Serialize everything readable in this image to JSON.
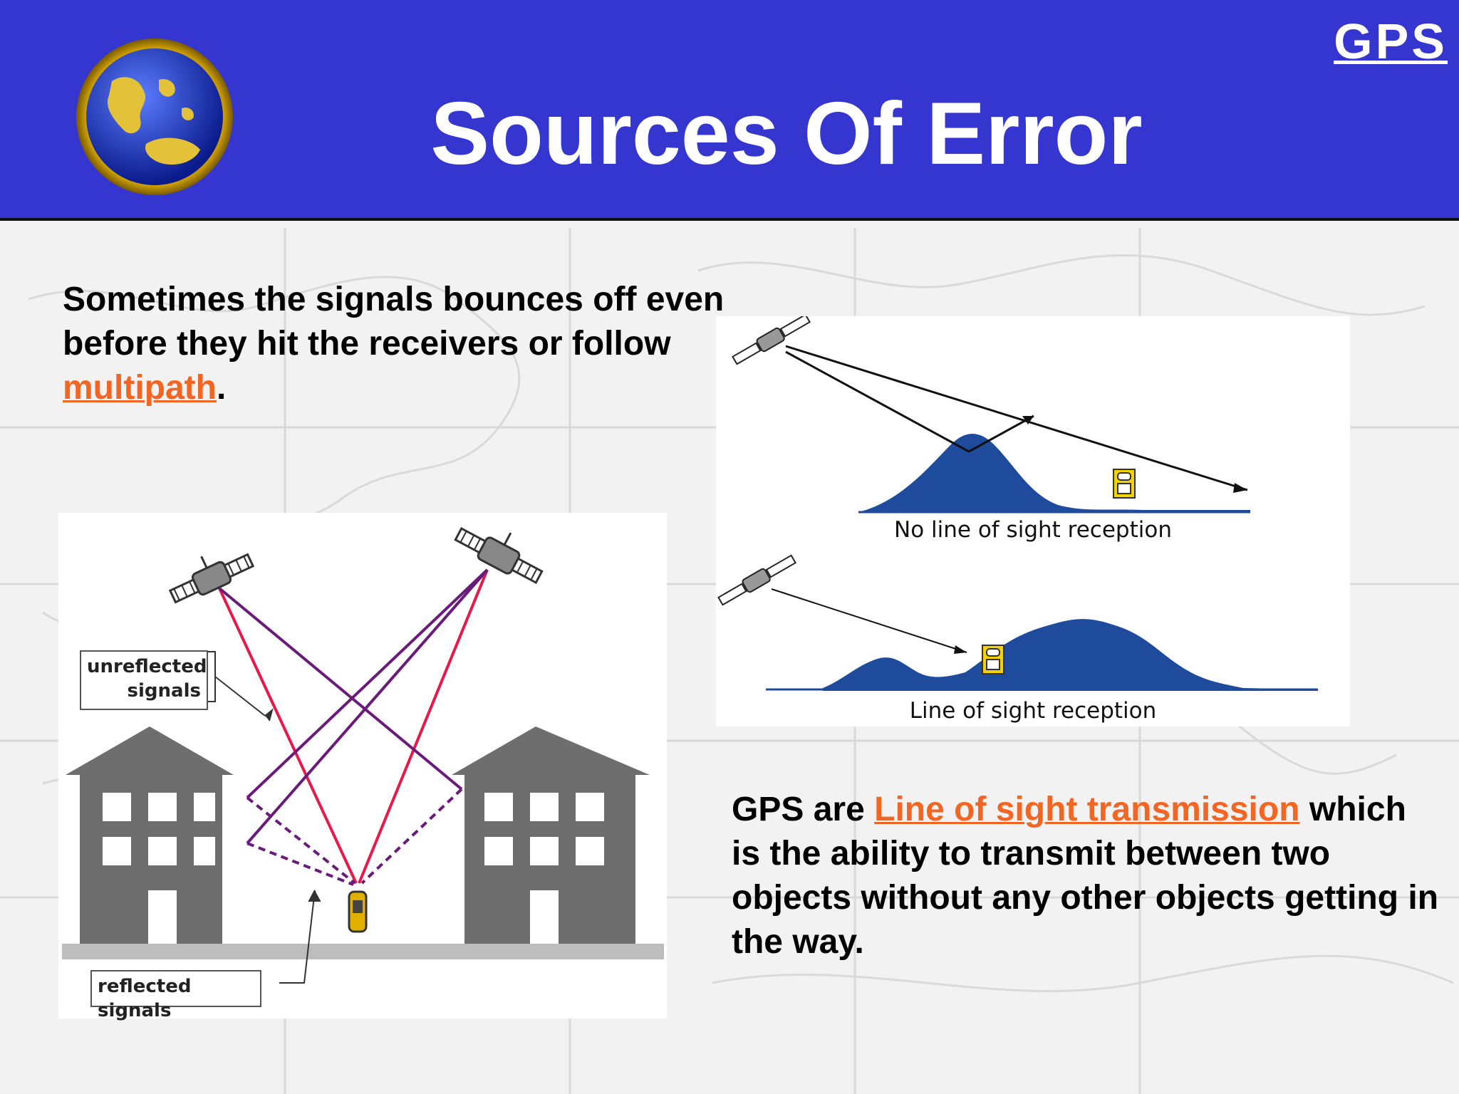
{
  "header": {
    "title": "Sources Of Error",
    "brand": "GPS"
  },
  "intro": {
    "text_before": "Sometimes the signals bounces off even before they hit the receivers or follow",
    "link": "multipath",
    "text_after": "."
  },
  "multipath_illustration": {
    "label_unreflected": "unreflected signals",
    "label_reflected": "reflected signals"
  },
  "line_of_sight_illustration": {
    "caption_blocked": "No line of sight reception",
    "caption_clear": "Line of sight reception"
  },
  "definition": {
    "text_before": "GPS are",
    "link": "Line of sight transmission",
    "text_after": "which is the ability to transmit between two objects without any other objects getting in the way."
  },
  "colors": {
    "header_bg": "#3535cf",
    "link": "#f26522",
    "terrain": "#1f4b9c",
    "signal_direct": "#e8194a",
    "signal_reflected": "#6a1b7a",
    "building": "#6e6e6e"
  }
}
